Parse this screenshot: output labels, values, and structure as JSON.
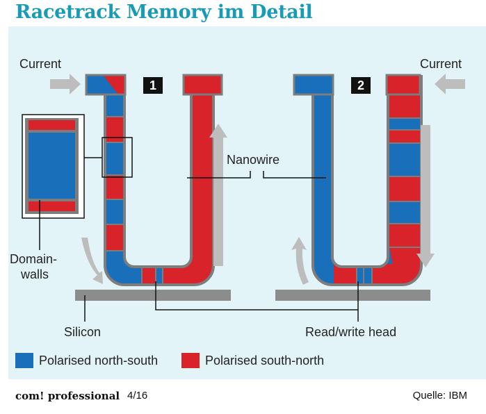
{
  "title": "Racetrack Memory im Detail",
  "labels": {
    "current_left": "Current",
    "current_right": "Current",
    "badge_1": "1",
    "badge_2": "2",
    "nanowire": "Nanowire",
    "domain_walls_line1": "Domain-",
    "domain_walls_line2": "walls",
    "silicon": "Silicon",
    "read_write_head": "Read/write head"
  },
  "legend": [
    {
      "label": "Polarised north-south",
      "color": "#1a6fba"
    },
    {
      "label": "Polarised south-north",
      "color": "#d8232a"
    }
  ],
  "footer": {
    "brand": "com! professional",
    "issue": "4/16",
    "source": "Quelle: IBM"
  },
  "colors": {
    "title": "#1a9bb5",
    "panel": "#e3f4f9",
    "blue": "#1a6fba",
    "red": "#d8232a",
    "wire_border": "#7d7d7d",
    "arrow": "#bdbdbd",
    "silicon": "#8c8c8c"
  }
}
